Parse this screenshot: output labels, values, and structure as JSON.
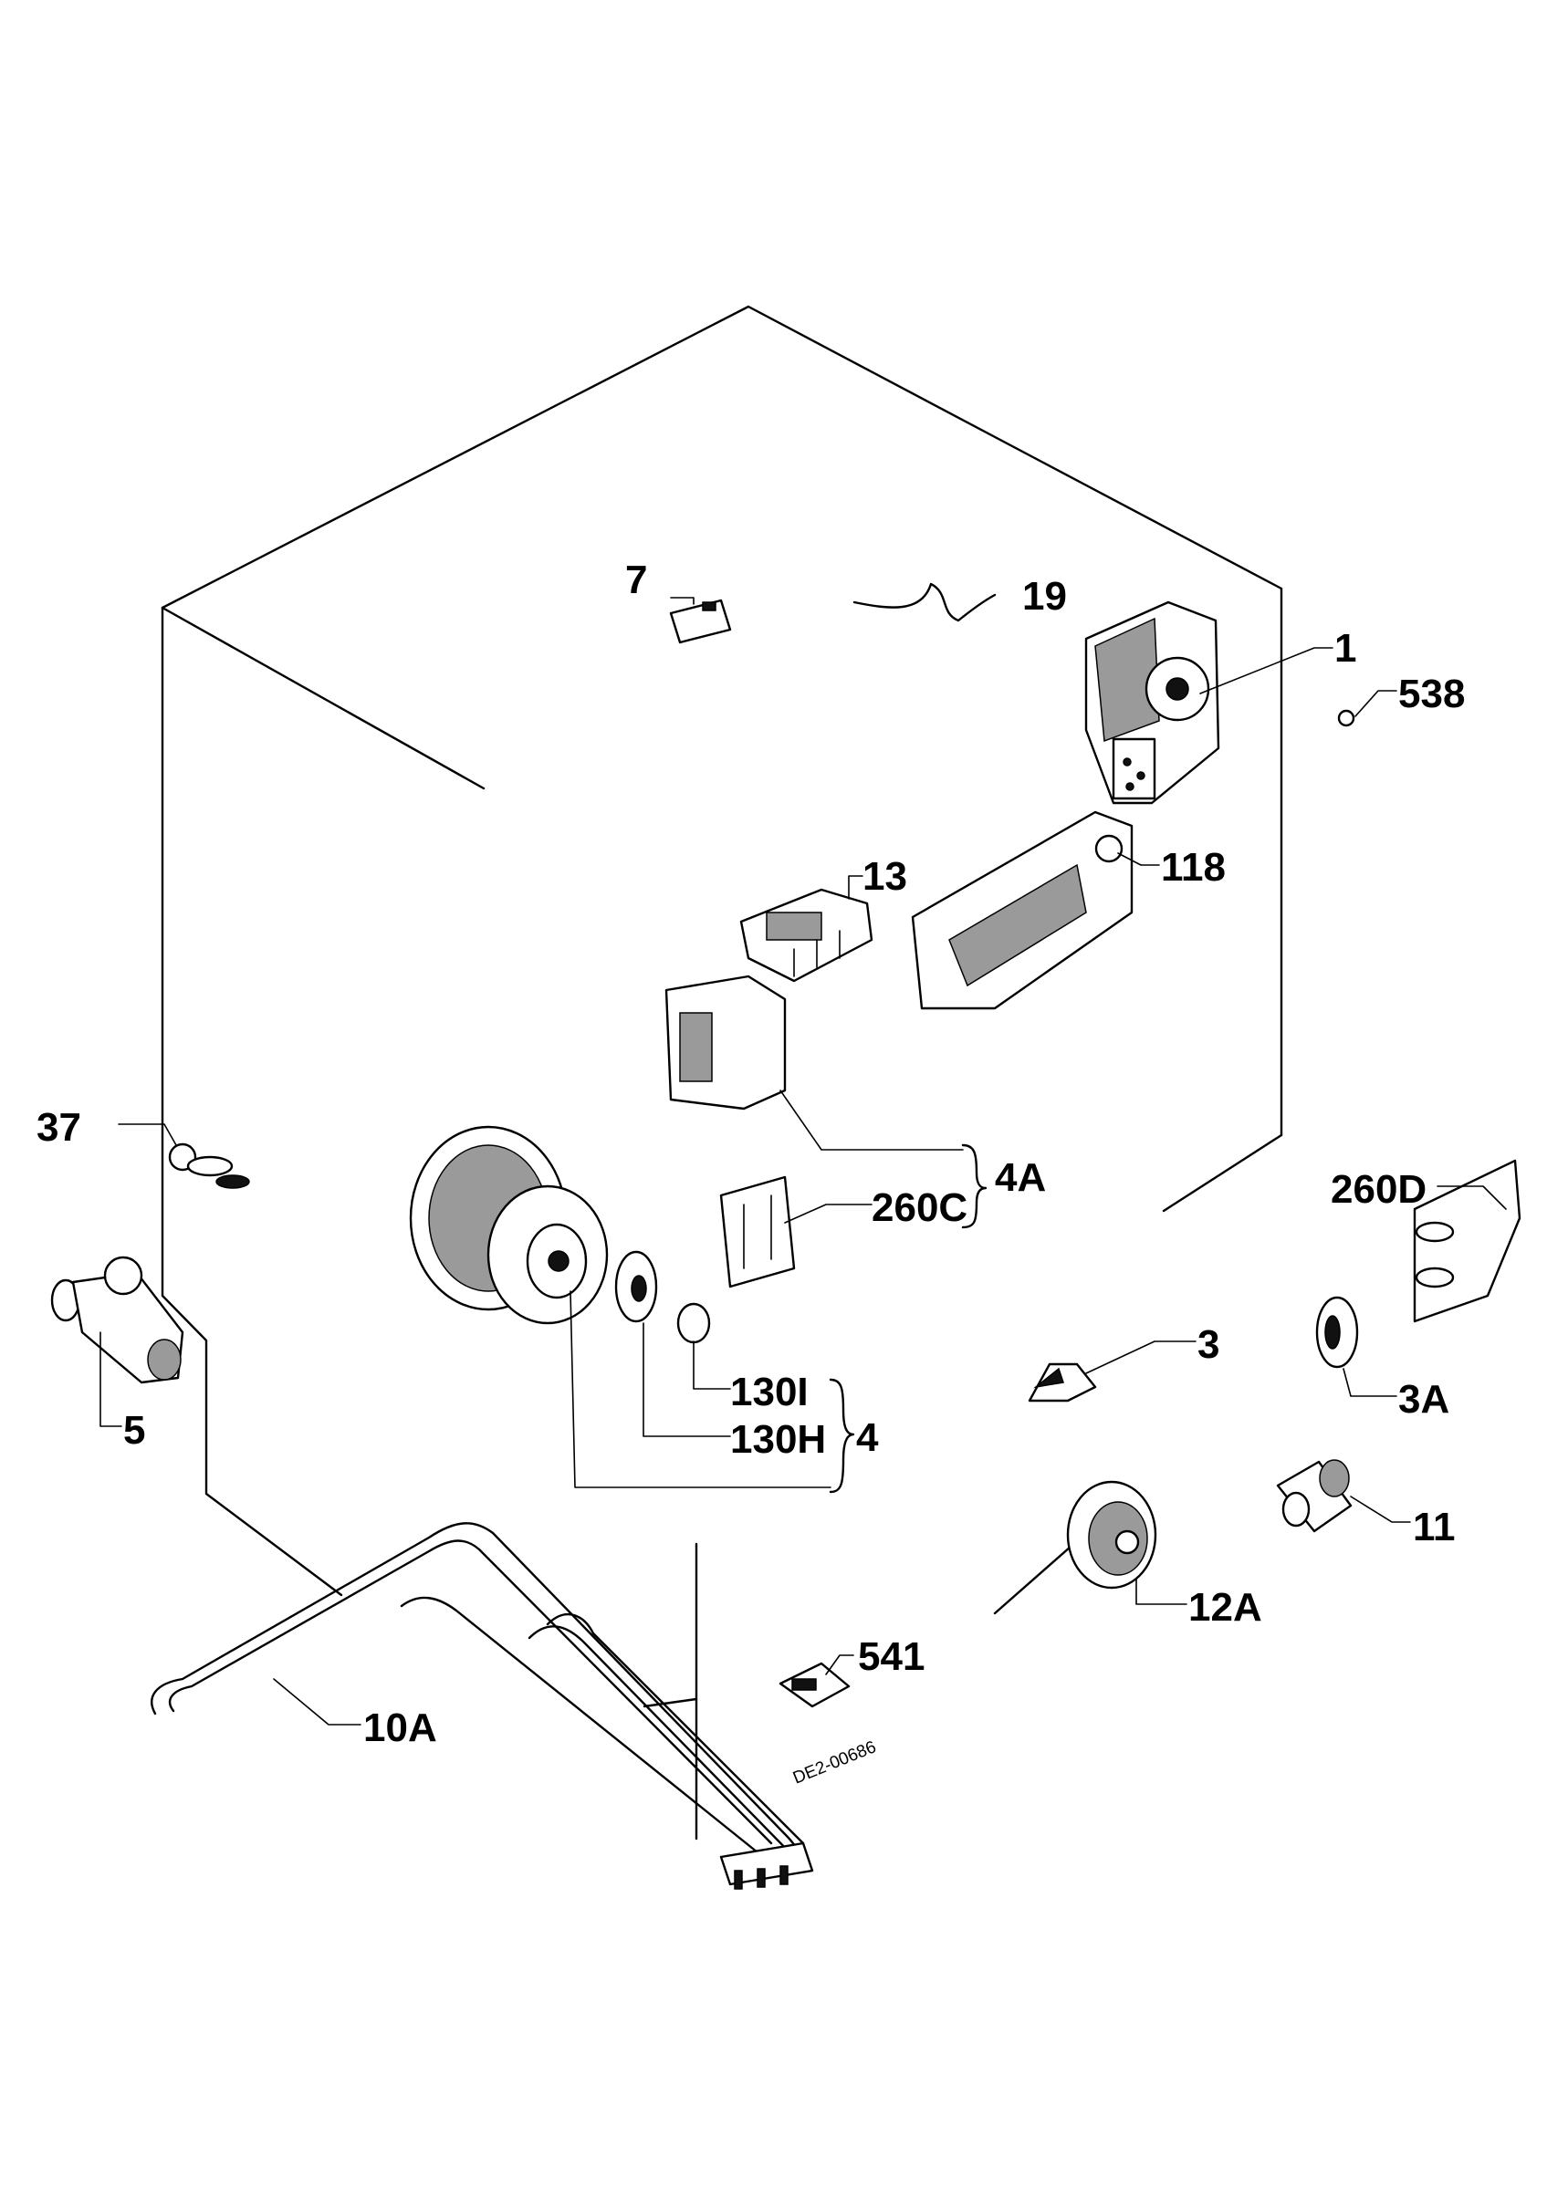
{
  "diagram": {
    "drawing_code": "DE2-00686",
    "brace_labels": {
      "4A": "4A",
      "4": "4"
    },
    "parts": [
      {
        "id": "7",
        "label": "7"
      },
      {
        "id": "19",
        "label": "19"
      },
      {
        "id": "1",
        "label": "1"
      },
      {
        "id": "538",
        "label": "538"
      },
      {
        "id": "13",
        "label": "13"
      },
      {
        "id": "118",
        "label": "118"
      },
      {
        "id": "37",
        "label": "37"
      },
      {
        "id": "260C",
        "label": "260C"
      },
      {
        "id": "260D",
        "label": "260D"
      },
      {
        "id": "5",
        "label": "5"
      },
      {
        "id": "130I",
        "label": "130I"
      },
      {
        "id": "130H",
        "label": "130H"
      },
      {
        "id": "3",
        "label": "3"
      },
      {
        "id": "3A",
        "label": "3A"
      },
      {
        "id": "11",
        "label": "11"
      },
      {
        "id": "12A",
        "label": "12A"
      },
      {
        "id": "541",
        "label": "541"
      },
      {
        "id": "10A",
        "label": "10A"
      }
    ]
  }
}
